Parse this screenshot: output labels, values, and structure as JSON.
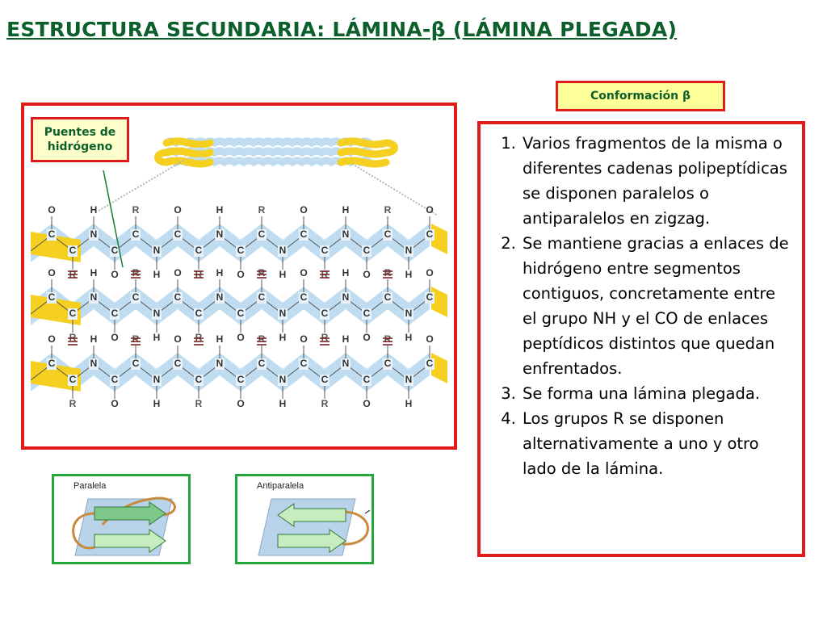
{
  "title": "ESTRUCTURA SECUNDARIA: LÁMINA-β (LÁMINA PLEGADA)",
  "conformation_label": "Conformación β",
  "hydrogen_bridges_label": {
    "line1": "Puentes de",
    "line2": "hidrógeno"
  },
  "points": [
    "Varios fragmentos de la misma o diferentes cadenas polipeptídicas se disponen paralelos o antiparalelos en zigzag.",
    "Se mantiene gracias a enlaces de hidrógeno entre segmentos contiguos, concretamente entre el grupo NH y el CO de enlaces peptídicos distintos que quedan enfrentados.",
    "Se forma una lámina plegada.",
    "Los grupos R se disponen alternativamente a uno y otro lado de la lámina."
  ],
  "parallel_label": "Paralela",
  "antiparallel_label": "Antiparalela",
  "atoms": {
    "c": "C",
    "n": "N",
    "o": "O",
    "h": "H",
    "r": "R"
  },
  "colors": {
    "title": "#0b5f2a",
    "border_red": "#e01b1b",
    "border_green": "#22a83a",
    "strand_blue": "#bfdcf0",
    "strand_yellow": "#f5d020",
    "label_bg": "#ffff99"
  }
}
